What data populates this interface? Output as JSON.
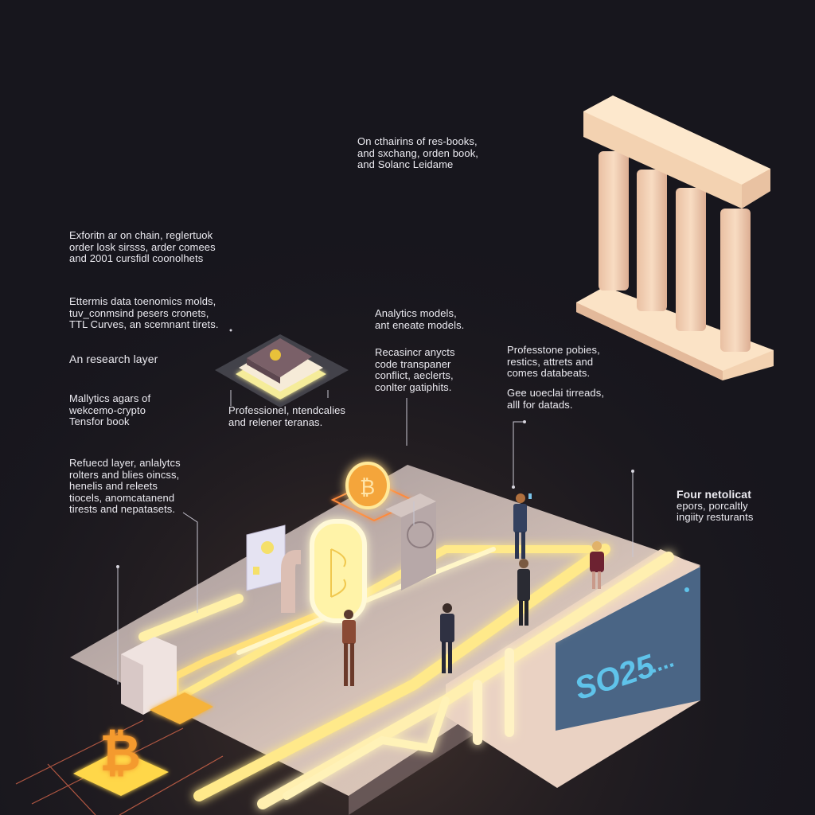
{
  "colors": {
    "background": "#17161d",
    "text": "#ecebf1",
    "glow_yellow": "#ffe98a",
    "bitcoin_orange": "#f5a033",
    "platform": "#d9c9c4",
    "panel_blue": "#4a6585",
    "panel_text": "#5fc3ea",
    "pillar": "#f6d5b4"
  },
  "annotations": [
    {
      "id": "top-center",
      "lines": [
        "On cthairins of res-books,",
        "and sxchang, orden book,",
        "and Solanc Leidame"
      ]
    },
    {
      "id": "left-1",
      "lines": [
        "Exforitn ar on chain, reglertuok",
        "order losk sirsss, arder comees",
        "and 2001 cursfidl coonolhets"
      ]
    },
    {
      "id": "left-2",
      "lines": [
        "Ettermis data toenomics molds,",
        "tuv_conmsind pesers cronets,",
        "TTL Curves, an scemnant tirets."
      ]
    },
    {
      "id": "left-3",
      "lines": [
        "An research layer"
      ]
    },
    {
      "id": "left-4",
      "lines": [
        "Mallytics agars of",
        "wekcemo-crypto",
        "Tensfor book"
      ]
    },
    {
      "id": "left-5",
      "lines": [
        "Refuecd layer, anlalytcs",
        "rolters and blies oincss,",
        "henelis and releets",
        "tiocels, anomcatanend",
        "tirests and nepatasets."
      ]
    },
    {
      "id": "book-caption",
      "lines": [
        "Professionel, ntendcalies",
        "and relener teranas."
      ]
    },
    {
      "id": "center-1",
      "lines": [
        "Analytics models,",
        "ant eneate models."
      ]
    },
    {
      "id": "center-2",
      "lines": [
        "Recasincr anycts",
        "code transpaner",
        "conflict, aeclerts,",
        "conlter gatiphits."
      ]
    },
    {
      "id": "right-1",
      "lines": [
        "Professtone pobies,",
        "restics, attrets and",
        "comes databeats."
      ]
    },
    {
      "id": "right-2",
      "lines": [
        "Gee uoeclai tirreads,",
        "alll for datads."
      ]
    },
    {
      "id": "far-right",
      "lines": [
        "Four netolicat",
        "epors, porcaltly",
        "ingiity resturants"
      ]
    }
  ],
  "scene": {
    "panel_label": "SO25",
    "panel_dots": "....",
    "icons": [
      "pillars-icon",
      "book-icon",
      "bitcoin-coin-icon",
      "bitcoin-logo-icon",
      "safe-icon",
      "dashboard-card-icon",
      "glowing-pipe-icon",
      "person-figure-icon"
    ],
    "figures": 6
  }
}
